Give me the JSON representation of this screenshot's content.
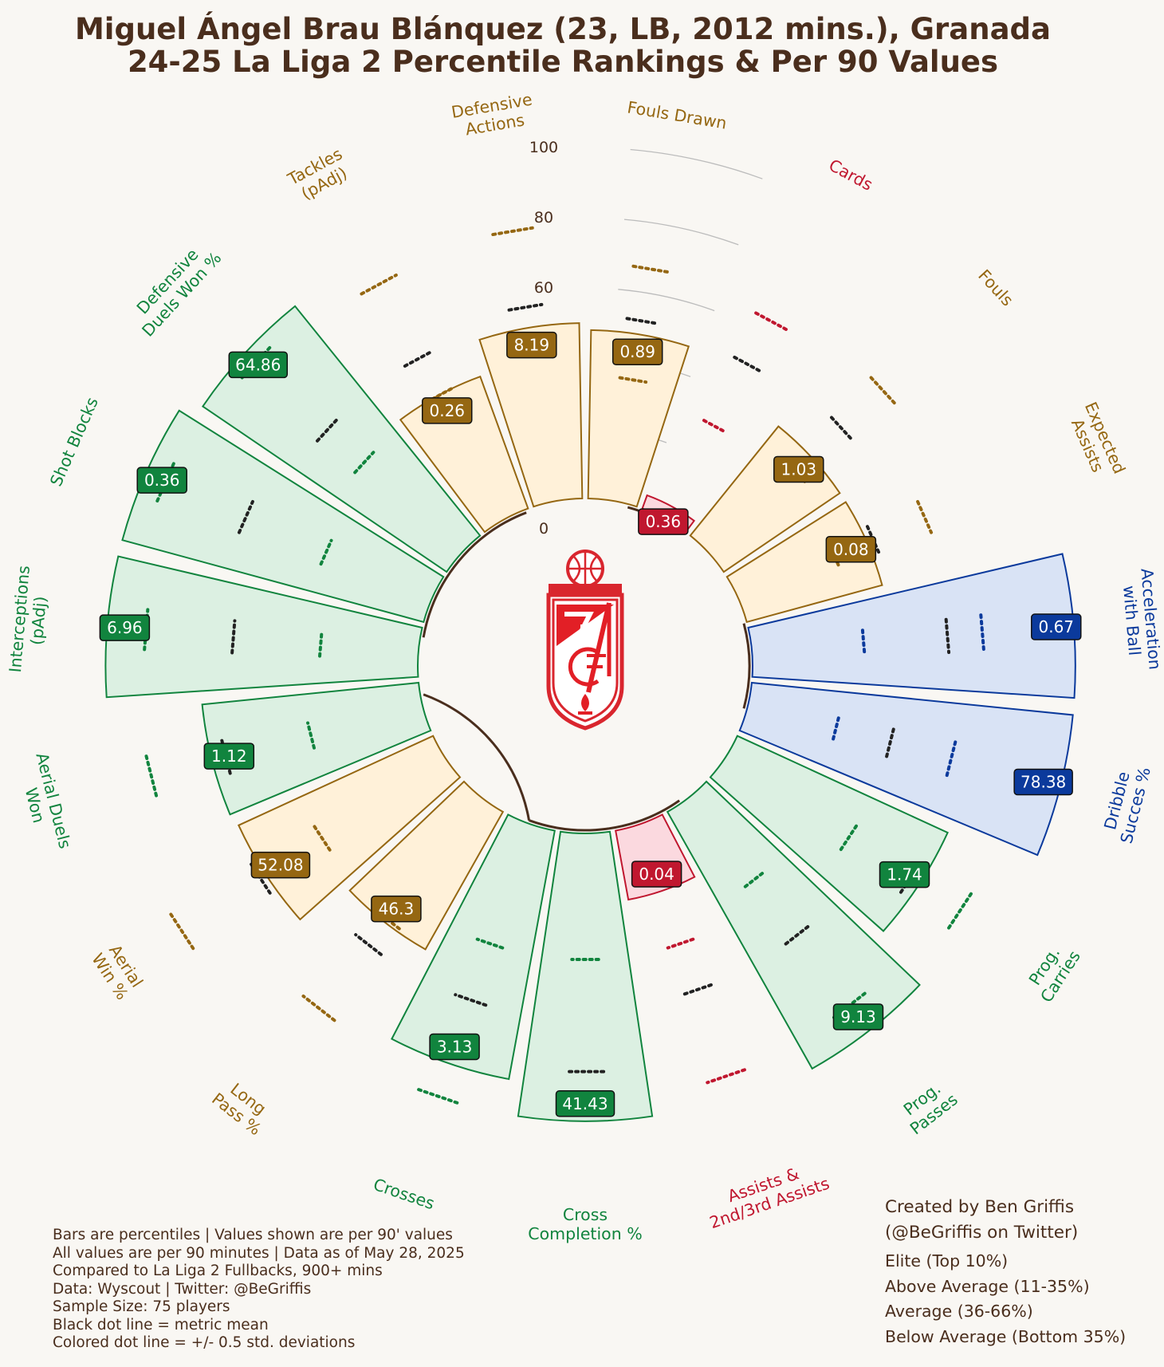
{
  "title": {
    "line1": "Miguel Ángel Brau Blánquez (23, LB, 2012 mins.), Granada",
    "line2": "24-25 La Liga 2 Percentile Rankings & Per 90 Values"
  },
  "colors": {
    "elite": "#0b3a9c",
    "above_average": "#11843e",
    "average": "#956712",
    "below_average": "#c0172f",
    "text": "#4a2e1d",
    "background": "#f9f7f3"
  },
  "logo": {
    "icon": "granada-cf-crest-icon"
  },
  "chart_data": {
    "type": "radial_bar",
    "r_ticks": [
      "100",
      "80",
      "60",
      "40",
      "20",
      "0"
    ],
    "rlim": [
      0,
      100
    ],
    "metrics": [
      {
        "label": "Fouls Drawn",
        "value_label": "0.89",
        "percentile": 48,
        "mean_pct": 52,
        "band": [
          35,
          67
        ],
        "tier": "average"
      },
      {
        "label": "Cards",
        "value_label": "0.36",
        "percentile": 4,
        "mean_pct": 50,
        "band": [
          30,
          64
        ],
        "tier": "below_average"
      },
      {
        "label": "Fouls",
        "value_label": "1.03",
        "percentile": 40,
        "mean_pct": 52,
        "band": [
          34,
          68
        ],
        "tier": "average"
      },
      {
        "label": "Expected\nAssists",
        "value_label": "0.08",
        "percentile": 40,
        "mean_pct": 42,
        "band": [
          30,
          58
        ],
        "tier": "average"
      },
      {
        "label": "Acceleration\nwith Ball",
        "value_label": "0.67",
        "percentile": 92,
        "mean_pct": 56,
        "band": [
          32,
          66
        ],
        "tier": "elite"
      },
      {
        "label": "Dribble\nSucces %",
        "value_label": "78.38",
        "percentile": 92,
        "mean_pct": 42,
        "band": [
          26,
          60
        ],
        "tier": "elite"
      },
      {
        "label": "Prog.\nCarries",
        "value_label": "1.74",
        "percentile": 66,
        "mean_pct": 63,
        "band": [
          42,
          80
        ],
        "tier": "above_average"
      },
      {
        "label": "Prog.\nPasses",
        "value_label": "9.13",
        "percentile": 84,
        "mean_pct": 50,
        "band": [
          30,
          75
        ],
        "tier": "above_average"
      },
      {
        "label": "Assists &\n2nd/3rd Assists",
        "value_label": "0.04",
        "percentile": 20,
        "mean_pct": 50,
        "band": [
          36,
          76
        ],
        "tier": "below_average"
      },
      {
        "label": "Cross\nCompletion %",
        "value_label": "41.43",
        "percentile": 82,
        "mean_pct": 68,
        "band": [
          36,
          80
        ],
        "tier": "above_average"
      },
      {
        "label": "Crosses",
        "value_label": "3.13",
        "percentile": 72,
        "mean_pct": 53,
        "band": [
          36,
          82
        ],
        "tier": "above_average"
      },
      {
        "label": "Long\nPass %",
        "value_label": "46.3",
        "percentile": 45,
        "mean_pct": 53,
        "band": [
          44,
          76
        ],
        "tier": "average"
      },
      {
        "label": "Aerial\nWin %",
        "value_label": "52.08",
        "percentile": 61,
        "mean_pct": 63,
        "band": [
          42,
          90
        ],
        "tier": "average"
      },
      {
        "label": "Aerial Duels\nWon",
        "value_label": "1.12",
        "percentile": 62,
        "mean_pct": 58,
        "band": [
          33,
          80
        ],
        "tier": "above_average"
      },
      {
        "label": "Interceptions\n(pAdj)",
        "value_label": "6.96",
        "percentile": 89,
        "mean_pct": 53,
        "band": [
          28,
          78
        ],
        "tier": "above_average"
      },
      {
        "label": "Shot Blocks",
        "value_label": "0.36",
        "percentile": 89,
        "mean_pct": 58,
        "band": [
          33,
          83
        ],
        "tier": "above_average"
      },
      {
        "label": "Defensive\nDuels Won %",
        "value_label": "64.86",
        "percentile": 84,
        "mean_pct": 52,
        "band": [
          38,
          80
        ],
        "tier": "above_average"
      },
      {
        "label": "Tackles\n(pAdj)",
        "value_label": "0.26",
        "percentile": 40,
        "mean_pct": 52,
        "band": [
          40,
          76
        ],
        "tier": "average"
      },
      {
        "label": "Defensive\nActions",
        "value_label": "8.19",
        "percentile": 50,
        "mean_pct": 56,
        "band": [
          44,
          78
        ],
        "tier": "average"
      }
    ]
  },
  "notes": [
    "Bars are percentiles | Values shown are per 90' values",
    "All values are per 90 minutes | Data as of May 28, 2025",
    "Compared to La Liga 2 Fullbacks, 900+ mins",
    "Data: Wyscout | Twitter: @BeGriffis",
    "Sample Size: 75 players",
    "Black dot line = metric mean",
    "Colored dot line = +/- 0.5 std. deviations"
  ],
  "credit": [
    "Created by Ben Griffis",
    "(@BeGriffis on Twitter)"
  ],
  "legend": [
    {
      "label": "Elite (Top 10%)",
      "tier": "elite"
    },
    {
      "label": "Above Average (11-35%)",
      "tier": "above_average"
    },
    {
      "label": "Average (36-66%)",
      "tier": "average"
    },
    {
      "label": "Below Average (Bottom 35%)",
      "tier": "below_average"
    }
  ]
}
